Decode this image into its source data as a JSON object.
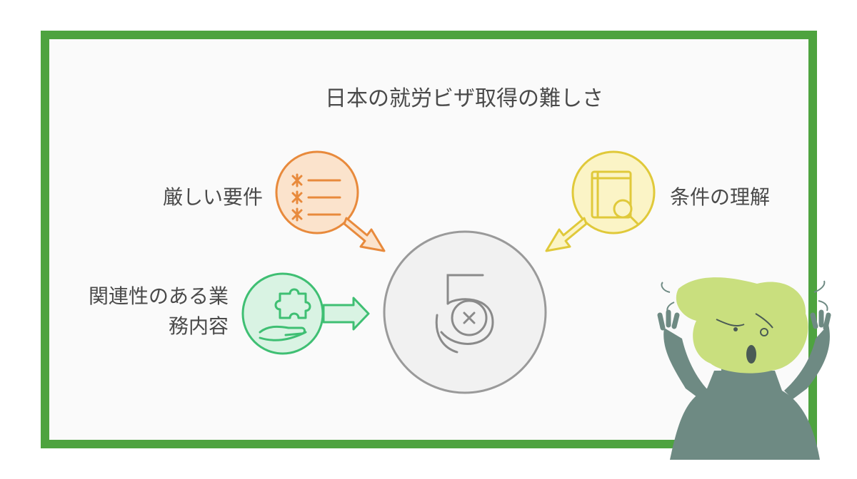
{
  "diagram": {
    "title": "日本の就労ビザ取得の難しさ",
    "center_icon": "five-icon",
    "nodes": [
      {
        "label": "厳しい要件",
        "icon": "asterisk-list-icon",
        "color": "#e88a3c"
      },
      {
        "label": "条件の理解",
        "icon": "book-search-icon",
        "color": "#e0c93a"
      },
      {
        "label_line1": "関連性のある業",
        "label_line2": "務内容",
        "icon": "puzzle-hand-icon",
        "color": "#3fbf73"
      }
    ],
    "illustration": "surprised-person-illustration"
  },
  "colors": {
    "frame": "#4ea33f",
    "text": "#4a4a4a",
    "center_circle": "#9a9a9a"
  }
}
